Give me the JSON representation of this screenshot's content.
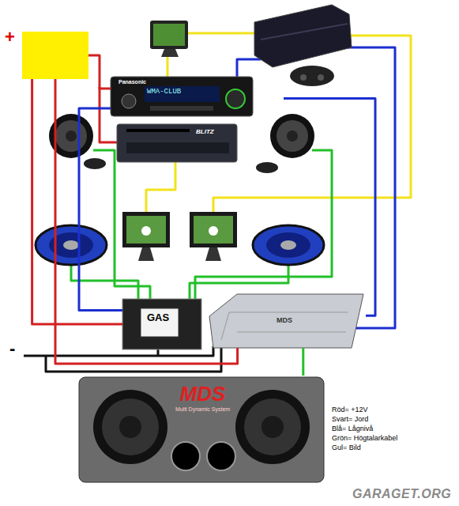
{
  "diagram": {
    "nodes": [
      {
        "text": [
          "+"
        ]
      },
      {
        "text": [
          "Panasonic",
          "WMA-CLUB"
        ]
      },
      {
        "text": [
          "BLITZ"
        ]
      },
      {
        "text": [
          "GAS"
        ]
      },
      {
        "text": [
          "MDS"
        ]
      },
      {
        "text": [
          "MDS",
          "Multi Dynamic System"
        ]
      }
    ],
    "edges": [
      {
        "from": 0,
        "to": 1,
        "arrow": "none"
      },
      {
        "from": 0,
        "to": 3,
        "arrow": "none"
      },
      {
        "from": 0,
        "to": 4,
        "arrow": "none"
      },
      {
        "from": 1,
        "to": 3,
        "arrow": "none"
      },
      {
        "from": 1,
        "to": 4,
        "arrow": "none"
      },
      {
        "from": 4,
        "to": 5,
        "arrow": "none"
      }
    ],
    "labels": [
      "-",
      "Röd= +12V",
      "Svart= Jord",
      "Blå= Lågnivå",
      "Grön= Högtalarkabel",
      "Gul= Bild",
      "GARAGET.ORG"
    ]
  }
}
